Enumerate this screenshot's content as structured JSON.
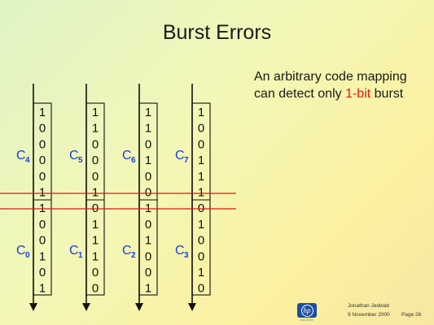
{
  "slide": {
    "title": "Burst Errors",
    "caption_prefix": "An arbitrary code mapping can detect only ",
    "caption_highlight": "1-bit",
    "caption_suffix": " burst"
  },
  "columns": [
    {
      "top_label": "C",
      "top_sub": "4",
      "bottom_label": "C",
      "bottom_sub": "0",
      "bits": [
        "1",
        "0",
        "0",
        "0",
        "0",
        "1",
        "1",
        "0",
        "0",
        "1",
        "0",
        "1"
      ]
    },
    {
      "top_label": "C",
      "top_sub": "5",
      "bottom_label": "C",
      "bottom_sub": "1",
      "bits": [
        "1",
        "1",
        "0",
        "0",
        "0",
        "1",
        "0",
        "1",
        "1",
        "1",
        "0",
        "0"
      ]
    },
    {
      "top_label": "C",
      "top_sub": "6",
      "bottom_label": "C",
      "bottom_sub": "2",
      "bits": [
        "1",
        "1",
        "0",
        "1",
        "0",
        "0",
        "1",
        "0",
        "1",
        "0",
        "0",
        "1"
      ]
    },
    {
      "top_label": "C",
      "top_sub": "7",
      "bottom_label": "C",
      "bottom_sub": "3",
      "bits": [
        "1",
        "0",
        "0",
        "1",
        "1",
        "1",
        "0",
        "1",
        "0",
        "0",
        "1",
        "0"
      ]
    }
  ],
  "colors": {
    "burst_line": "#e01616",
    "label": "#1a3fd6",
    "arrow": "#111111"
  },
  "logo": {
    "mark": "hp",
    "word": "invent"
  },
  "footer": {
    "author": "Jonathan Jedwab",
    "date": "9 November 2000",
    "page": "Page 26"
  }
}
